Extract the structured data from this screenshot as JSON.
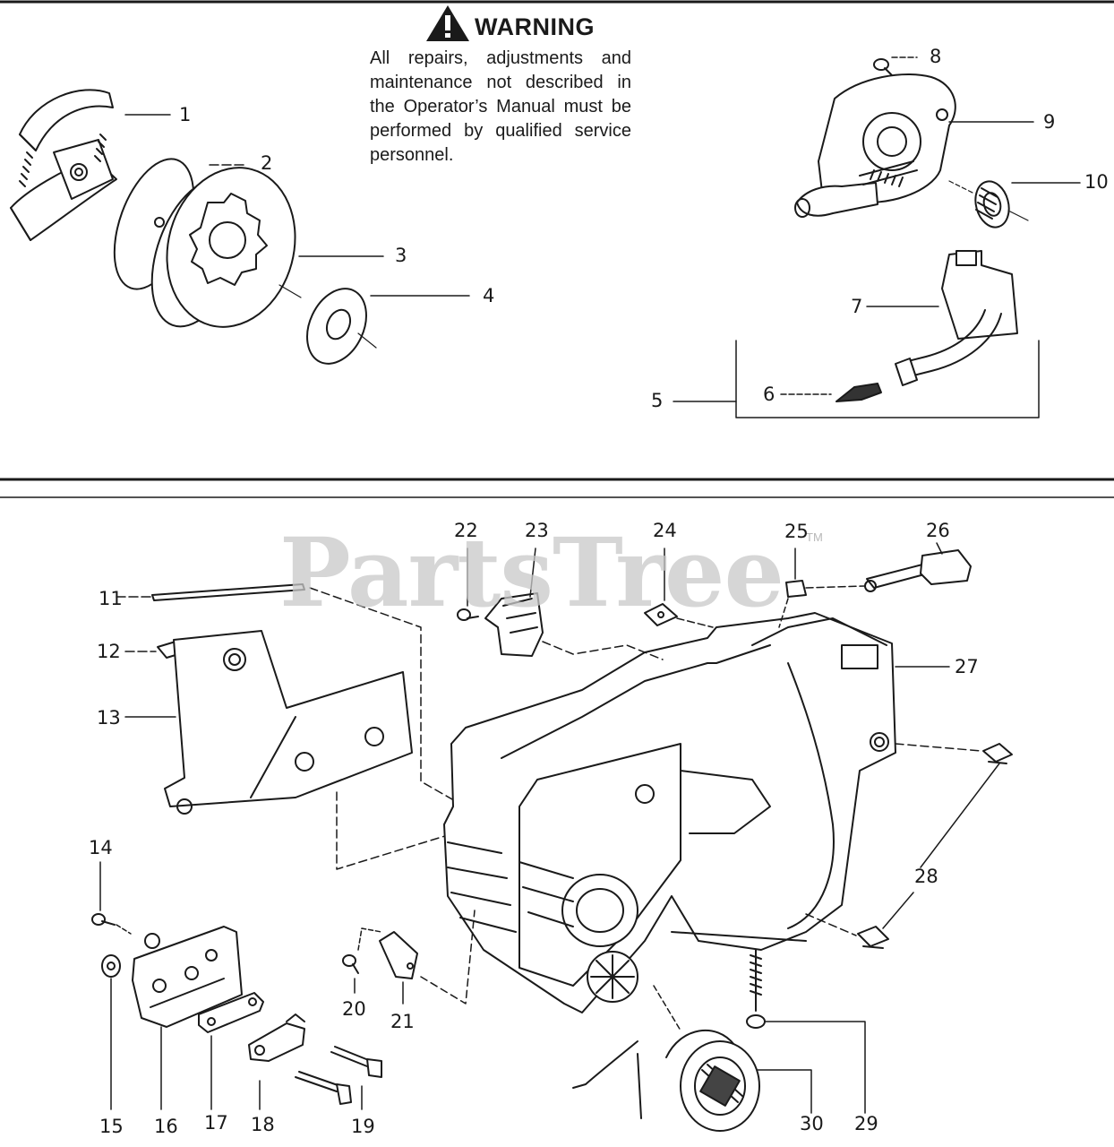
{
  "warning": {
    "title": "WARNING",
    "text": "All repairs, adjustments and maintenance not described in the Operator’s Manual must be performed by qualified service personnel."
  },
  "watermark": {
    "text": "PartsTree",
    "tm": "TM"
  },
  "callouts": {
    "c1": "1",
    "c2": "2",
    "c3": "3",
    "c4": "4",
    "c5": "5",
    "c6": "6",
    "c7": "7",
    "c8": "8",
    "c9": "9",
    "c10": "10",
    "c11": "11",
    "c12": "12",
    "c13": "13",
    "c14": "14",
    "c15": "15",
    "c16": "16",
    "c17": "17",
    "c18": "18",
    "c19": "19",
    "c20": "20",
    "c21": "21",
    "c22": "22",
    "c23": "23",
    "c24": "24",
    "c25": "25",
    "c26": "26",
    "c27": "27",
    "c28": "28",
    "c29": "29",
    "c30": "30"
  }
}
